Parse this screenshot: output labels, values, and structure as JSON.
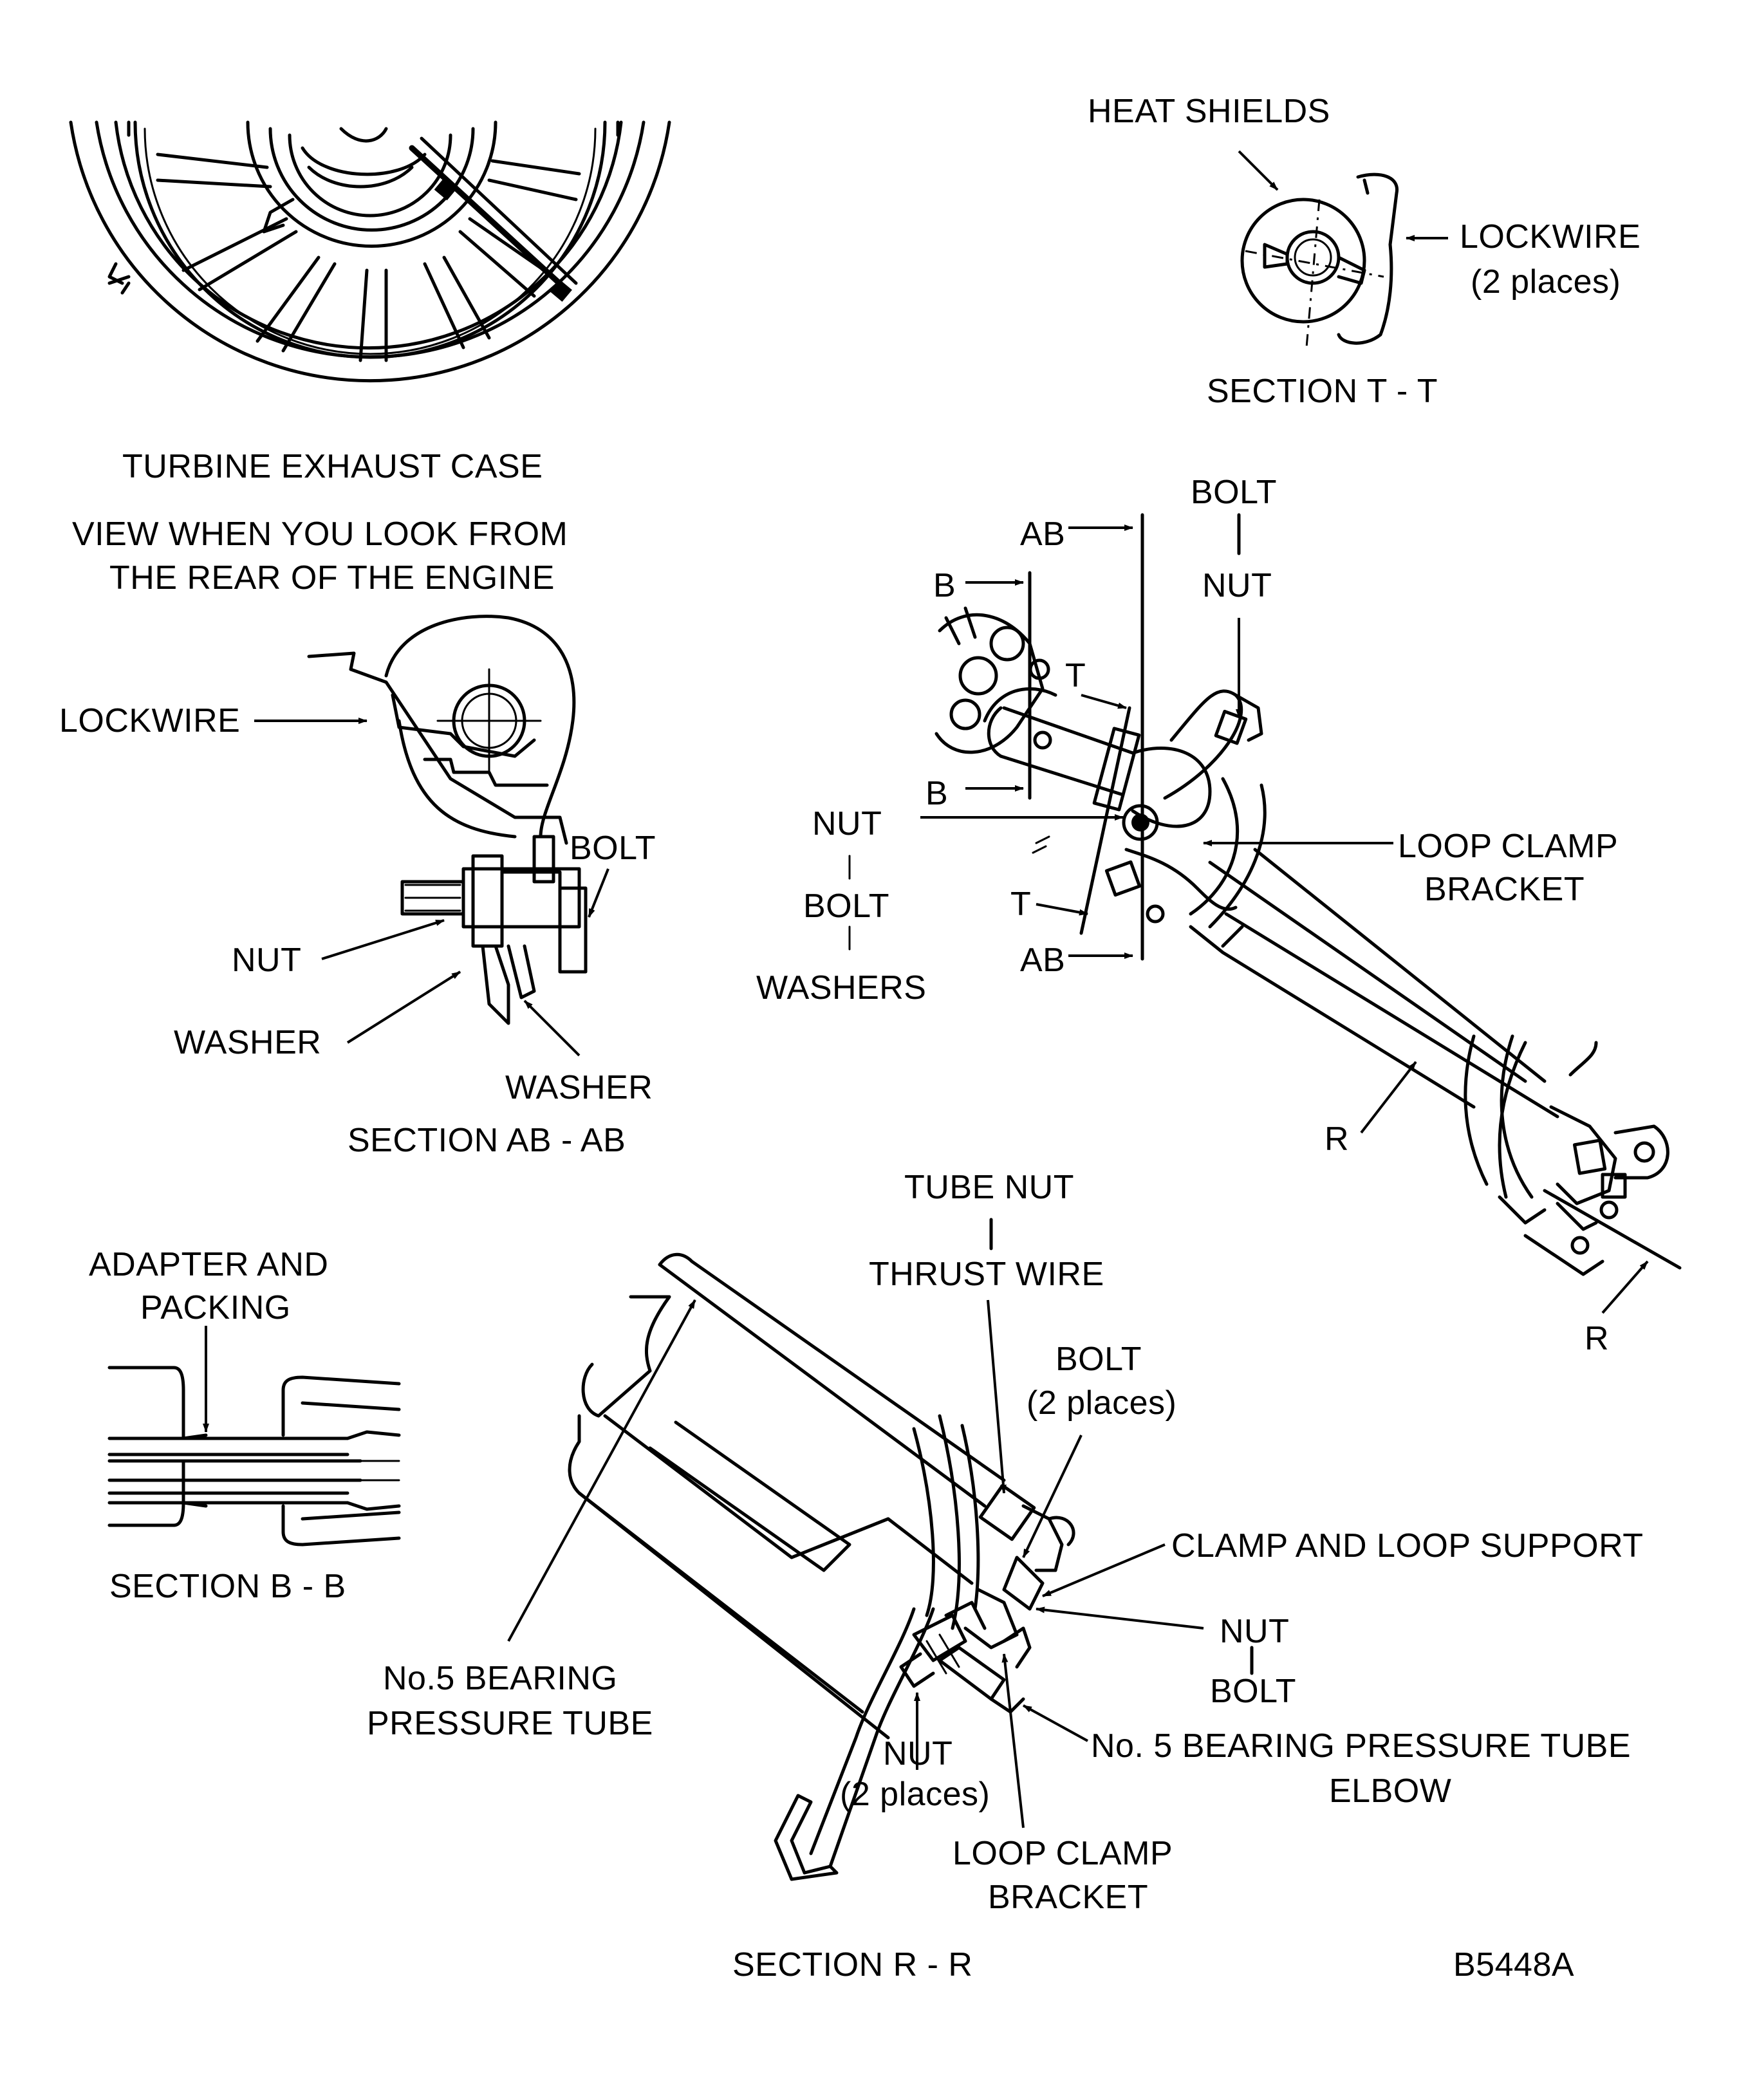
{
  "views": {
    "exhaust_case": {
      "title": "TURBINE EXHAUST CASE",
      "subtitle_line1": "VIEW WHEN YOU LOOK FROM",
      "subtitle_line2": "THE REAR OF THE ENGINE"
    },
    "section_tt": {
      "title": "SECTION T - T",
      "heat_shields": "HEAT SHIELDS",
      "lockwire": "LOCKWIRE",
      "lockwire_places": "(2 places)"
    },
    "section_abab": {
      "title": "SECTION AB - AB",
      "lockwire": "LOCKWIRE",
      "bolt": "BOLT",
      "nut": "NUT",
      "washer_left": "WASHER",
      "washer_right": "WASHER"
    },
    "main_assembly": {
      "ab_top": "AB",
      "ab_bottom": "AB",
      "b_top": "B",
      "b_bottom": "B",
      "t_top": "T",
      "t_bottom": "T",
      "bolt": "BOLT",
      "nut": "NUT",
      "nut_stack": "NUT",
      "bolt_stack": "BOLT",
      "washers_stack": "WASHERS",
      "loop_clamp_line1": "LOOP CLAMP",
      "loop_clamp_line2": "BRACKET",
      "r_mid": "R",
      "r_bottom": "R"
    },
    "section_bb": {
      "title": "SECTION B - B",
      "adapter_line1": "ADAPTER AND",
      "adapter_line2": "PACKING"
    },
    "section_rr": {
      "title": "SECTION R - R",
      "tube_nut": "TUBE NUT",
      "thrust_wire": "THRUST WIRE",
      "bolt": "BOLT",
      "bolt_places": "(2 places)",
      "clamp_loop_support": "CLAMP AND LOOP SUPPORT",
      "nut_right": "NUT",
      "bolt_right": "BOLT",
      "elbow_line1": "No. 5 BEARING PRESSURE TUBE",
      "elbow_line2": "ELBOW",
      "pressure_tube_line1": "No.5 BEARING",
      "pressure_tube_line2": "PRESSURE TUBE",
      "nut_bottom": "NUT",
      "nut_bottom_places": "(2 places)",
      "loop_clamp_line1": "LOOP CLAMP",
      "loop_clamp_line2": "BRACKET"
    }
  },
  "figure_id": "B5448A"
}
